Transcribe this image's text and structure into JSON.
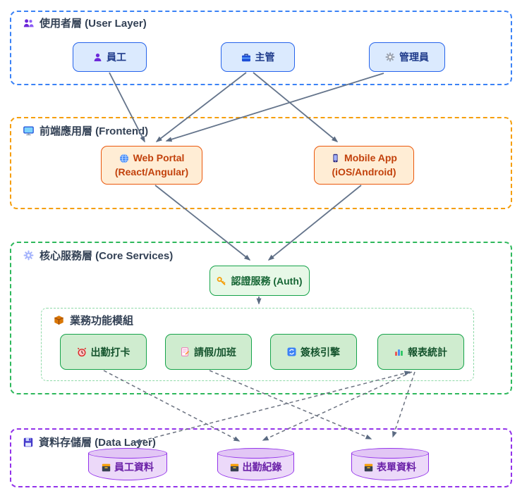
{
  "diagram_title": "HR system layered architecture diagram",
  "layers": {
    "user": {
      "icon": "users-icon",
      "title": "使用者層 (User Layer)"
    },
    "frontend": {
      "icon": "monitor-icon",
      "title": "前端應用層 (Frontend)"
    },
    "core": {
      "icon": "gear-icon",
      "title": "核心服務層 (Core Services)"
    },
    "modules": {
      "icon": "package-icon",
      "title": "業務功能模組"
    },
    "data": {
      "icon": "floppy-icon",
      "title": "資料存儲層 (Data Layer)"
    }
  },
  "nodes": {
    "employee": {
      "icon": "user-icon",
      "label": "員工"
    },
    "manager": {
      "icon": "briefcase-icon",
      "label": "主管"
    },
    "admin": {
      "icon": "gear-icon",
      "label": "管理員"
    },
    "web_portal": {
      "icon": "globe-icon",
      "label": "Web Portal",
      "sublabel": "(React/Angular)"
    },
    "mobile_app": {
      "icon": "phone-icon",
      "label": "Mobile App",
      "sublabel": "(iOS/Android)"
    },
    "auth": {
      "icon": "key-icon",
      "label": "認證服務 (Auth)"
    },
    "attendance": {
      "icon": "alarm-icon",
      "label": "出勤打卡"
    },
    "leave": {
      "icon": "memo-icon",
      "label": "請假/加班"
    },
    "approval": {
      "icon": "repeat-icon",
      "label": "簽核引擎"
    },
    "reports": {
      "icon": "chart-icon",
      "label": "報表統計"
    },
    "db_employee": {
      "icon": "filebox-icon",
      "label": "員工資料"
    },
    "db_attendance": {
      "icon": "filebox-icon",
      "label": "出勤紀錄"
    },
    "db_forms": {
      "icon": "filebox-icon",
      "label": "表單資料"
    }
  },
  "edges": [
    {
      "from": "員工",
      "to": "Web Portal",
      "style": "solid"
    },
    {
      "from": "主管",
      "to": "Web Portal",
      "style": "solid"
    },
    {
      "from": "主管",
      "to": "Mobile App",
      "style": "solid"
    },
    {
      "from": "管理員",
      "to": "Web Portal",
      "style": "solid"
    },
    {
      "from": "Web Portal",
      "to": "認證服務 (Auth)",
      "style": "solid"
    },
    {
      "from": "Mobile App",
      "to": "認證服務 (Auth)",
      "style": "solid"
    },
    {
      "from": "認證服務 (Auth)",
      "to": "業務功能模組",
      "style": "solid"
    },
    {
      "from": "出勤打卡",
      "to": "出勤紀錄",
      "style": "dashed"
    },
    {
      "from": "請假/加班",
      "to": "表單資料",
      "style": "dashed"
    },
    {
      "from": "報表統計",
      "to": "出勤紀錄",
      "style": "dashed"
    },
    {
      "from": "報表統計",
      "to": "表單資料",
      "style": "dashed"
    },
    {
      "from": "報表統計",
      "to": "員工資料",
      "style": "dashed",
      "bidirectional": true
    }
  ],
  "colors": {
    "user_layer_border": "#3b82f6",
    "frontend_layer_border": "#f59e0b",
    "core_layer_border": "#2eb85c",
    "modules_border": "#8fd9a8",
    "data_layer_border": "#9333ea",
    "user_node_fill": "#dbeafe",
    "user_node_border": "#2563eb",
    "frontend_node_fill": "#ffedd5",
    "frontend_node_border": "#ea580c",
    "auth_node_fill": "#e7f8e7",
    "module_node_fill": "#cfeccf",
    "green_node_border": "#16a34a",
    "cylinder_fill": "#ecd9f9",
    "cylinder_border": "#9333ea",
    "arrow": "#64748b",
    "title_text": "#334155"
  }
}
